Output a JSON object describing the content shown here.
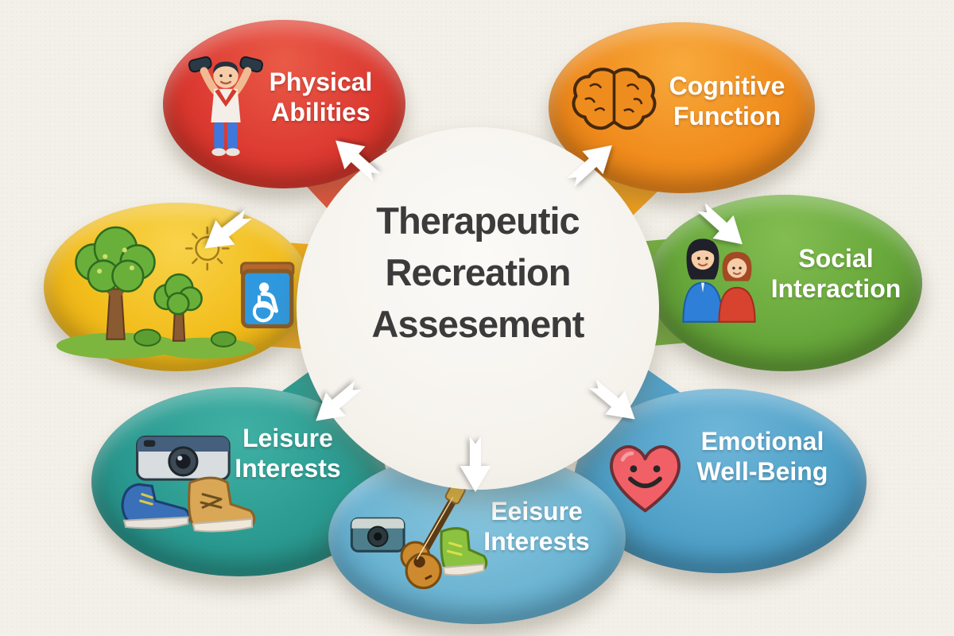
{
  "background_color": "#f3f0e9",
  "center": {
    "line1": "Therapeutic",
    "line2": "Recreation",
    "line3": "Assesement",
    "circle_color": "#f8f6f2",
    "text_color": "#3b3b3b"
  },
  "label_text_color": "#ffffff",
  "nodes": [
    {
      "id": "physical-abilities",
      "line1": "Physical",
      "line2": "Abilities",
      "color": "#dc3a31",
      "icon": "weightlifter-icon"
    },
    {
      "id": "cognitive-function",
      "line1": "Cognitive",
      "line2": "Function",
      "color": "#f08c1d",
      "icon": "brain-icon"
    },
    {
      "id": "outdoor-recreation",
      "color": "#f2bd1b",
      "icon": "park-accessibility-icon"
    },
    {
      "id": "social-interaction",
      "line1": "Social",
      "line2": "Interaction",
      "color": "#67a73a",
      "icon": "two-people-icon"
    },
    {
      "id": "leisure-interests",
      "line1": "Leisure",
      "line2": "Interests",
      "color": "#2a9a90",
      "icon": "camera-boots-icon"
    },
    {
      "id": "leisure-interests-bottom",
      "line1": "Eeisure",
      "line2": "Interests",
      "color": "#6db5d3",
      "icon": "camera-guitar-boot-icon"
    },
    {
      "id": "emotional-well-being",
      "line1": "Emotional",
      "line2": "Well-Being",
      "color": "#4fa0c8",
      "icon": "smiling-heart-icon"
    }
  ]
}
